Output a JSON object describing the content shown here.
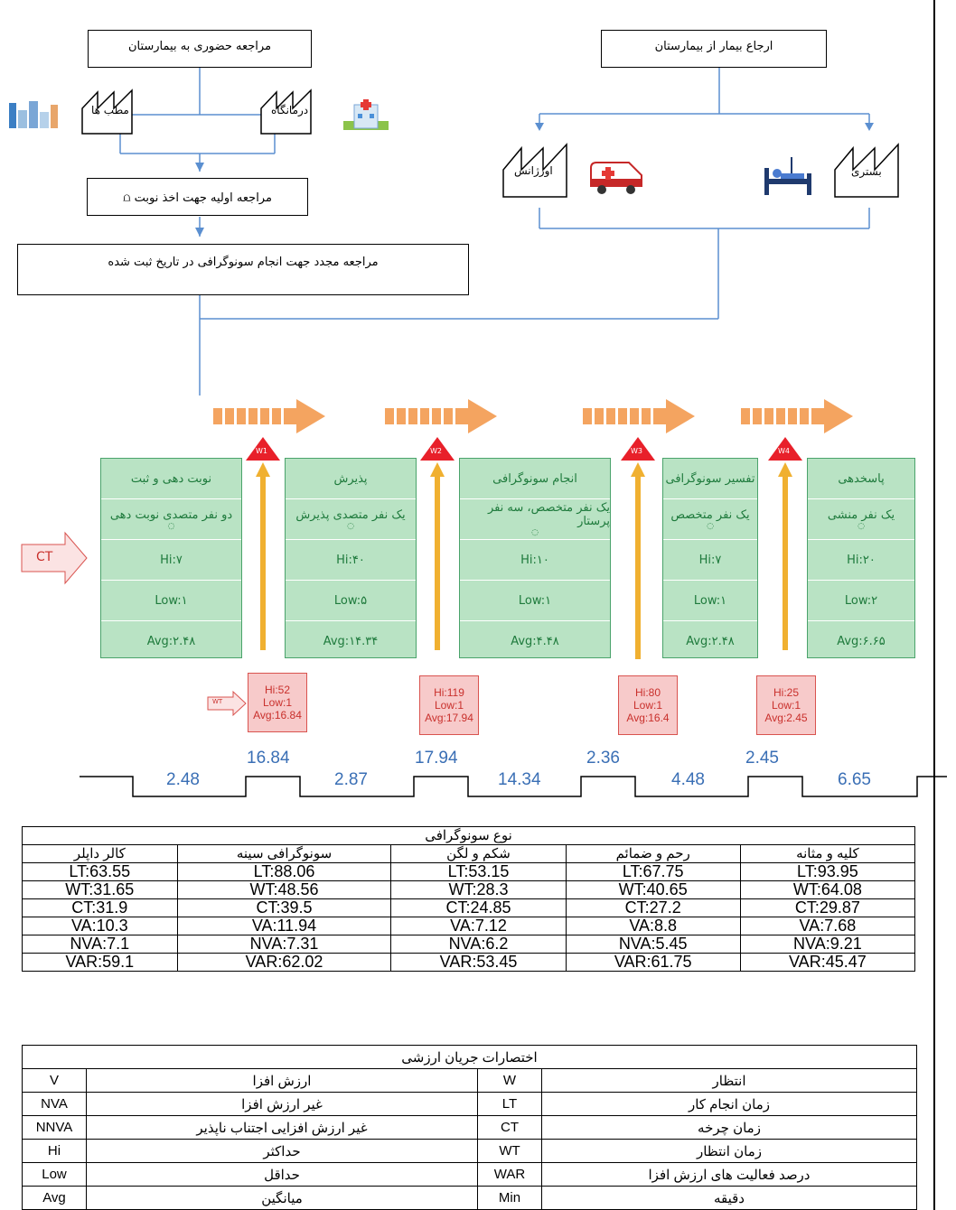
{
  "top_boxes": {
    "walk_in": "مراجعه حضوری به بیمارستان",
    "referral": "ارجاع بیمار از بیمارستان",
    "first_visit": "مراجعه اولیه جهت اخذ نوبت",
    "return_visit": "مراجعه مجدد جهت انجام سونوگرافی در تاریخ ثبت شده"
  },
  "facilities": {
    "clinic": "مطب ها",
    "dispensary": "درمانگاه",
    "emergency": "اورژانس",
    "inpatient": "بستری"
  },
  "processes": [
    {
      "title": "نوبت دهی و ثبت",
      "staff": "دو نفر متصدی نوبت دهی",
      "hi": "Hi:۷",
      "low": "Low:۱",
      "avg": "Avg:۲.۴۸"
    },
    {
      "title": "پذیرش",
      "staff": "یک نفر متصدی پذیرش",
      "hi": "Hi:۴۰",
      "low": "Low:۵",
      "avg": "Avg:۱۴.۳۴"
    },
    {
      "title": "انجام سونوگرافی",
      "staff": "یک نفر متخصص، سه نفر پرستار",
      "hi": "Hi:۱۰",
      "low": "Low:۱",
      "avg": "Avg:۴.۴۸"
    },
    {
      "title": "تفسیر سونوگرافی",
      "staff": "یک نفر متخصص",
      "hi": "Hi:۷",
      "low": "Low:۱",
      "avg": "Avg:۲.۴۸"
    },
    {
      "title": "پاسخدهی",
      "staff": "یک نفر منشی",
      "hi": "Hi:۲۰",
      "low": "Low:۲",
      "avg": "Avg:۶.۶۵"
    }
  ],
  "ct_label": "CT",
  "wt_label": "WT",
  "waits": [
    {
      "tag": "W1",
      "hi": "Hi:52",
      "low": "Low:1",
      "avg": "Avg:16.84"
    },
    {
      "tag": "W2",
      "hi": "Hi:119",
      "low": "Low:1",
      "avg": "Avg:17.94"
    },
    {
      "tag": "W3",
      "hi": "Hi:80",
      "low": "Low:1",
      "avg": "Avg:16.4"
    },
    {
      "tag": "W4",
      "hi": "Hi:25",
      "low": "Low:1",
      "avg": "Avg:2.45"
    }
  ],
  "timeline": {
    "upper": [
      "16.84",
      "17.94",
      "2.36",
      "2.45"
    ],
    "lower": [
      "2.48",
      "2.87",
      "14.34",
      "4.48",
      "6.65"
    ]
  },
  "sonography_table": {
    "title": "نوع سونوگرافی",
    "columns": [
      "کالر داپلر",
      "سونوگرافی سینه",
      "شکم و لگن",
      "رحم و ضمائم",
      "کلیه و مثانه"
    ],
    "rows": [
      [
        "LT:63.55",
        "LT:88.06",
        "LT:53.15",
        "LT:67.75",
        "LT:93.95"
      ],
      [
        "WT:31.65",
        "WT:48.56",
        "WT:28.3",
        "WT:40.65",
        "WT:64.08"
      ],
      [
        "CT:31.9",
        "CT:39.5",
        "CT:24.85",
        "CT:27.2",
        "CT:29.87"
      ],
      [
        "VA:10.3",
        "VA:11.94",
        "VA:7.12",
        "VA:8.8",
        "VA:7.68"
      ],
      [
        "NVA:7.1",
        "NVA:7.31",
        "NVA:6.2",
        "NVA:5.45",
        "NVA:9.21"
      ],
      [
        "VAR:59.1",
        "VAR:62.02",
        "VAR:53.45",
        "VAR:61.75",
        "VAR:45.47"
      ]
    ]
  },
  "abbrev_table": {
    "title": "اختصارات جریان ارزشی",
    "rows": [
      [
        "V",
        "ارزش افزا",
        "W",
        "انتظار"
      ],
      [
        "NVA",
        "غیر ارزش افزا",
        "LT",
        "زمان انجام کار"
      ],
      [
        "NNVA",
        "غیر ارزش افزایی اجتناب ناپذیر",
        "CT",
        "زمان چرخه"
      ],
      [
        "Hi",
        "حداکثر",
        "WT",
        "زمان انتظار"
      ],
      [
        "Low",
        "حداقل",
        "WAR",
        "درصد فعالیت های ارزش افزا"
      ],
      [
        "Avg",
        "میانگین",
        "Min",
        "دقیقه"
      ]
    ]
  },
  "colors": {
    "connector": "#5b8fd0",
    "push_arrow": "#f4a460",
    "process_fill": "#b9e3c4",
    "process_text": "#1e7a3c",
    "wait_fill": "#f7caca",
    "timeline_text": "#3a6fb5"
  }
}
